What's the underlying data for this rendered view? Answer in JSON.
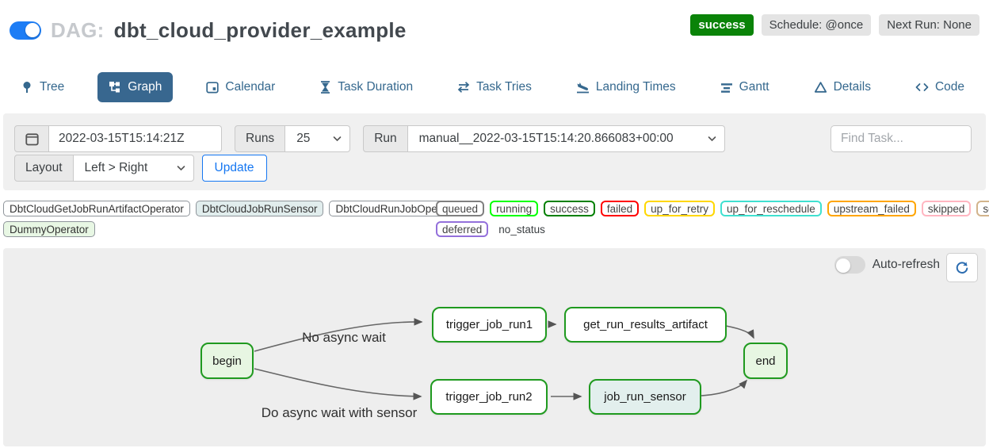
{
  "header": {
    "dag_label": "DAG:",
    "dag_id": "dbt_cloud_provider_example",
    "badges": {
      "status": "success",
      "schedule": "Schedule: @once",
      "next_run": "Next Run: None"
    },
    "pause_toggle_state": "on"
  },
  "tabs": [
    {
      "label": "Tree"
    },
    {
      "label": "Graph"
    },
    {
      "label": "Calendar"
    },
    {
      "label": "Task Duration"
    },
    {
      "label": "Task Tries"
    },
    {
      "label": "Landing Times"
    },
    {
      "label": "Gantt"
    },
    {
      "label": "Details"
    },
    {
      "label": "Code"
    }
  ],
  "filters": {
    "base_date": "2022-03-15T15:14:21Z",
    "runs_label": "Runs",
    "runs_value": "25",
    "run_label": "Run",
    "run_value": "manual__2022-03-15T15:14:20.866083+00:00",
    "find_task_placeholder": "Find Task...",
    "layout_label": "Layout",
    "layout_value": "Left > Right",
    "update_label": "Update"
  },
  "legend": {
    "operators": [
      {
        "label": "DbtCloudGetJobRunArtifactOperator",
        "color": "#ffffff"
      },
      {
        "label": "DbtCloudJobRunSensor",
        "color": "#e1eded"
      },
      {
        "label": "DbtCloudRunJobOperator",
        "color": "#ffffff"
      },
      {
        "label": "DummyOperator",
        "color": "#e8f7e4"
      }
    ],
    "states": [
      {
        "label": "queued",
        "color": "#808080"
      },
      {
        "label": "running",
        "color": "#00ff00"
      },
      {
        "label": "success",
        "color": "#008000"
      },
      {
        "label": "failed",
        "color": "#ff0000"
      },
      {
        "label": "up_for_retry",
        "color": "#ffd700"
      },
      {
        "label": "up_for_reschedule",
        "color": "#40e0d0"
      },
      {
        "label": "upstream_failed",
        "color": "#ffa500"
      },
      {
        "label": "skipped",
        "color": "#ffb6c1"
      },
      {
        "label": "scheduled",
        "color": "#d2b48c"
      },
      {
        "label": "deferred",
        "color": "#9370db"
      },
      {
        "label": "no_status",
        "color": ""
      }
    ]
  },
  "graph": {
    "auto_refresh_label": "Auto-refresh",
    "nodes": [
      {
        "label": "begin",
        "fill": "#e7f6e2"
      },
      {
        "label": "trigger_job_run1",
        "fill": "#ffffff"
      },
      {
        "label": "get_run_results_artifact",
        "fill": "#ffffff"
      },
      {
        "label": "end",
        "fill": "#e7f6e2"
      },
      {
        "label": "trigger_job_run2",
        "fill": "#ffffff"
      },
      {
        "label": "job_run_sensor",
        "fill": "#e2efed"
      }
    ],
    "edge_labels": [
      {
        "text": "No async wait"
      },
      {
        "text": "Do async wait with sensor"
      }
    ]
  },
  "colors": {
    "accent_blue": "#1577f2",
    "active_tab": "#38678f",
    "success_badge": "#0a8308",
    "node_border_green": "#1f9a1f",
    "edge_gray": "#666666"
  }
}
